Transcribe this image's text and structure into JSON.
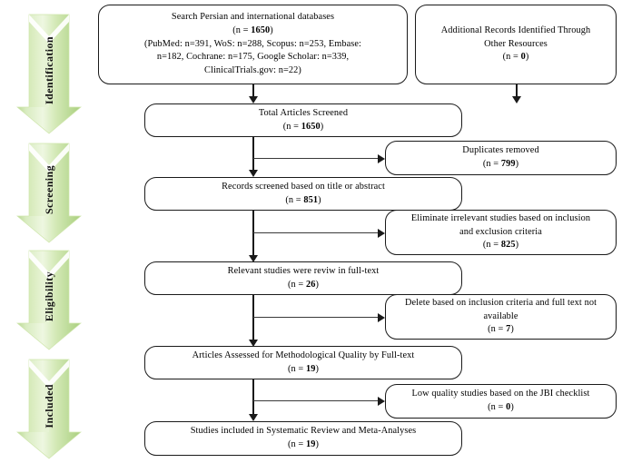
{
  "diagram": {
    "title": "PRISMA study selection flow diagram",
    "accent_green_light": "#e6f2d4",
    "accent_green_mid": "#cfe6ac",
    "accent_green_dark": "#a9cf7e",
    "line_color": "#1a1a1a"
  },
  "stages": [
    {
      "id": "identification",
      "label": "Identification"
    },
    {
      "id": "screening",
      "label": "Screening"
    },
    {
      "id": "eligibility",
      "label": "Eligibility"
    },
    {
      "id": "included",
      "label": "Included"
    }
  ],
  "boxes": {
    "search_databases": {
      "lines": [
        "Search Persian and international databases",
        "(n = 1650)",
        "(PubMed: n=391, WoS: n=288, Scopus: n=253, Embase:",
        "n=182, Cochrane: n=175, Google Scholar: n=339,",
        "ClinicalTrials.gov: n=22)"
      ],
      "count_label": "(n = ",
      "count": "1650"
    },
    "additional_records": {
      "lines": [
        "Additional Records Identified Through",
        "Other Resources",
        "(n = 0)"
      ],
      "count": "0"
    },
    "total_screened": {
      "lines": [
        "Total Articles Screened",
        "(n = 1650)"
      ],
      "count": "1650"
    },
    "duplicates_removed": {
      "lines": [
        "Duplicates removed",
        "(n = 799)"
      ],
      "count": "799"
    },
    "records_screened": {
      "lines": [
        "Records screened based on title or abstract",
        "(n = 851)"
      ],
      "count": "851"
    },
    "eliminate_irrelevant": {
      "lines": [
        "Eliminate irrelevant studies based on inclusion",
        "and exclusion criteria",
        "(n = 825)"
      ],
      "count": "825"
    },
    "relevant_fulltext": {
      "lines": [
        "Relevant studies were reviw in full-text",
        "(n = 26)"
      ],
      "count": "26"
    },
    "delete_fulltext_unavailable": {
      "lines": [
        "Delete based on inclusion criteria and full text not",
        "available",
        "(n = 7)"
      ],
      "count": "7"
    },
    "assessed_quality": {
      "lines": [
        "Articles Assessed for Methodological Quality by Full-text",
        "(n = 19)"
      ],
      "count": "19"
    },
    "low_quality": {
      "lines": [
        "Low quality studies based on the JBI checklist",
        "(n = 0)"
      ],
      "count": "0"
    },
    "studies_included": {
      "lines": [
        "Studies included in Systematic Review and Meta-Analyses",
        "(n = 19)"
      ],
      "count": "19"
    }
  }
}
